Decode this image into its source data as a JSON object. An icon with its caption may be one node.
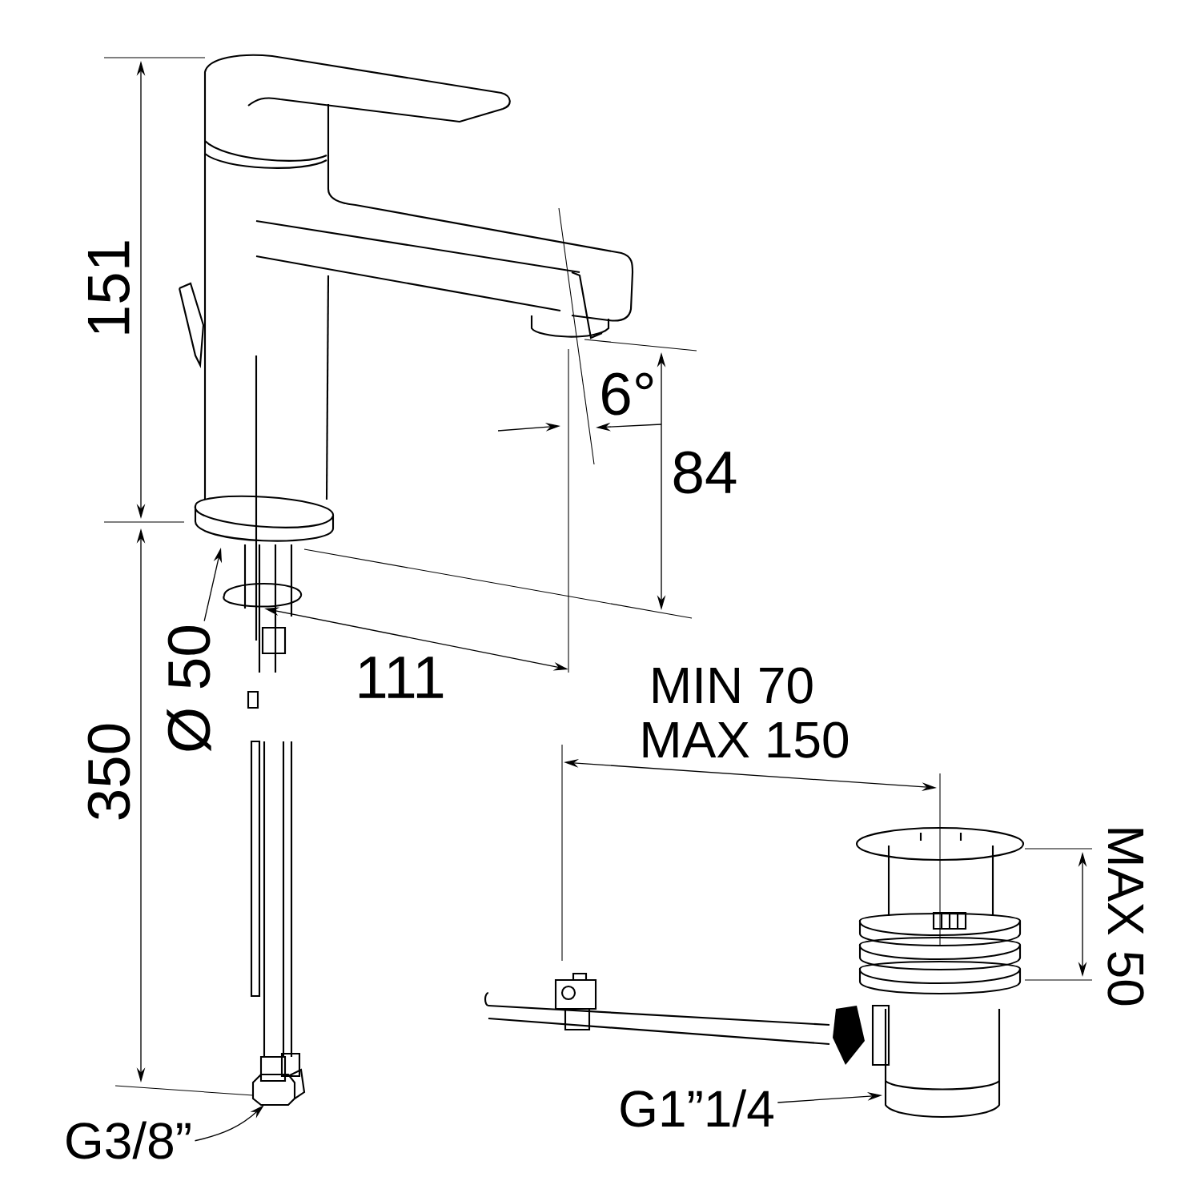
{
  "diagram": {
    "nodes": [
      {
        "text": [
          "Ø 50"
        ]
      },
      {
        "text": [
          "G3/8”"
        ]
      },
      {
        "text": [
          "G1”1/4"
        ]
      }
    ],
    "edges": [
      {
        "from": 0,
        "to": null,
        "arrow": "to"
      },
      {
        "from": 1,
        "to": null,
        "arrow": "to"
      },
      {
        "from": 2,
        "to": null,
        "arrow": "to"
      }
    ],
    "labels": [
      "151",
      "6°",
      "84",
      "111",
      "350",
      "MIN 70",
      "MAX 150",
      "MAX 50"
    ]
  }
}
